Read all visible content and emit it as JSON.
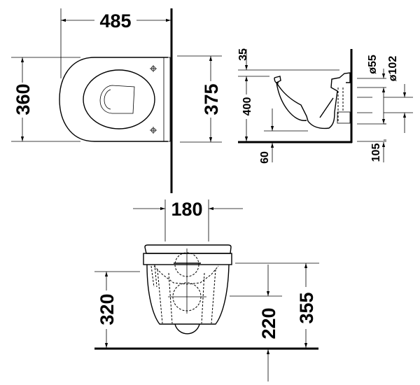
{
  "title": "Wall-mounted toilet dimension drawing",
  "top_view": {
    "width": "485",
    "depth_left": "360",
    "depth_right": "375"
  },
  "side_view": {
    "top_offset": "35",
    "height": "400",
    "floor_gap": "60",
    "outlet_diameter": "ø55",
    "inlet_diameter": "ø102",
    "outlet_height": "105"
  },
  "front_view": {
    "fixing_width": "180",
    "rim_to_floor": "320",
    "inlet_height": "220",
    "total_height": "355"
  }
}
